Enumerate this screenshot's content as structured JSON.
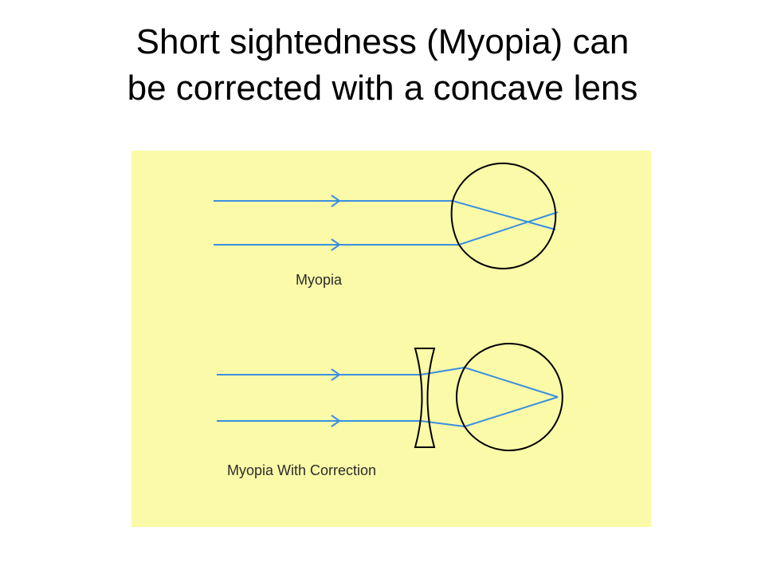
{
  "title": {
    "line1": "Short sightedness (Myopia) can",
    "line2": "be corrected with a concave lens"
  },
  "diagram": {
    "background_color": "#fafaa8",
    "ray_color": "#3b8fe0",
    "outline_color": "#000000",
    "panels": [
      {
        "label": "Myopia",
        "has_lens": false
      },
      {
        "label": "Myopia With Correction",
        "has_lens": true
      }
    ]
  }
}
